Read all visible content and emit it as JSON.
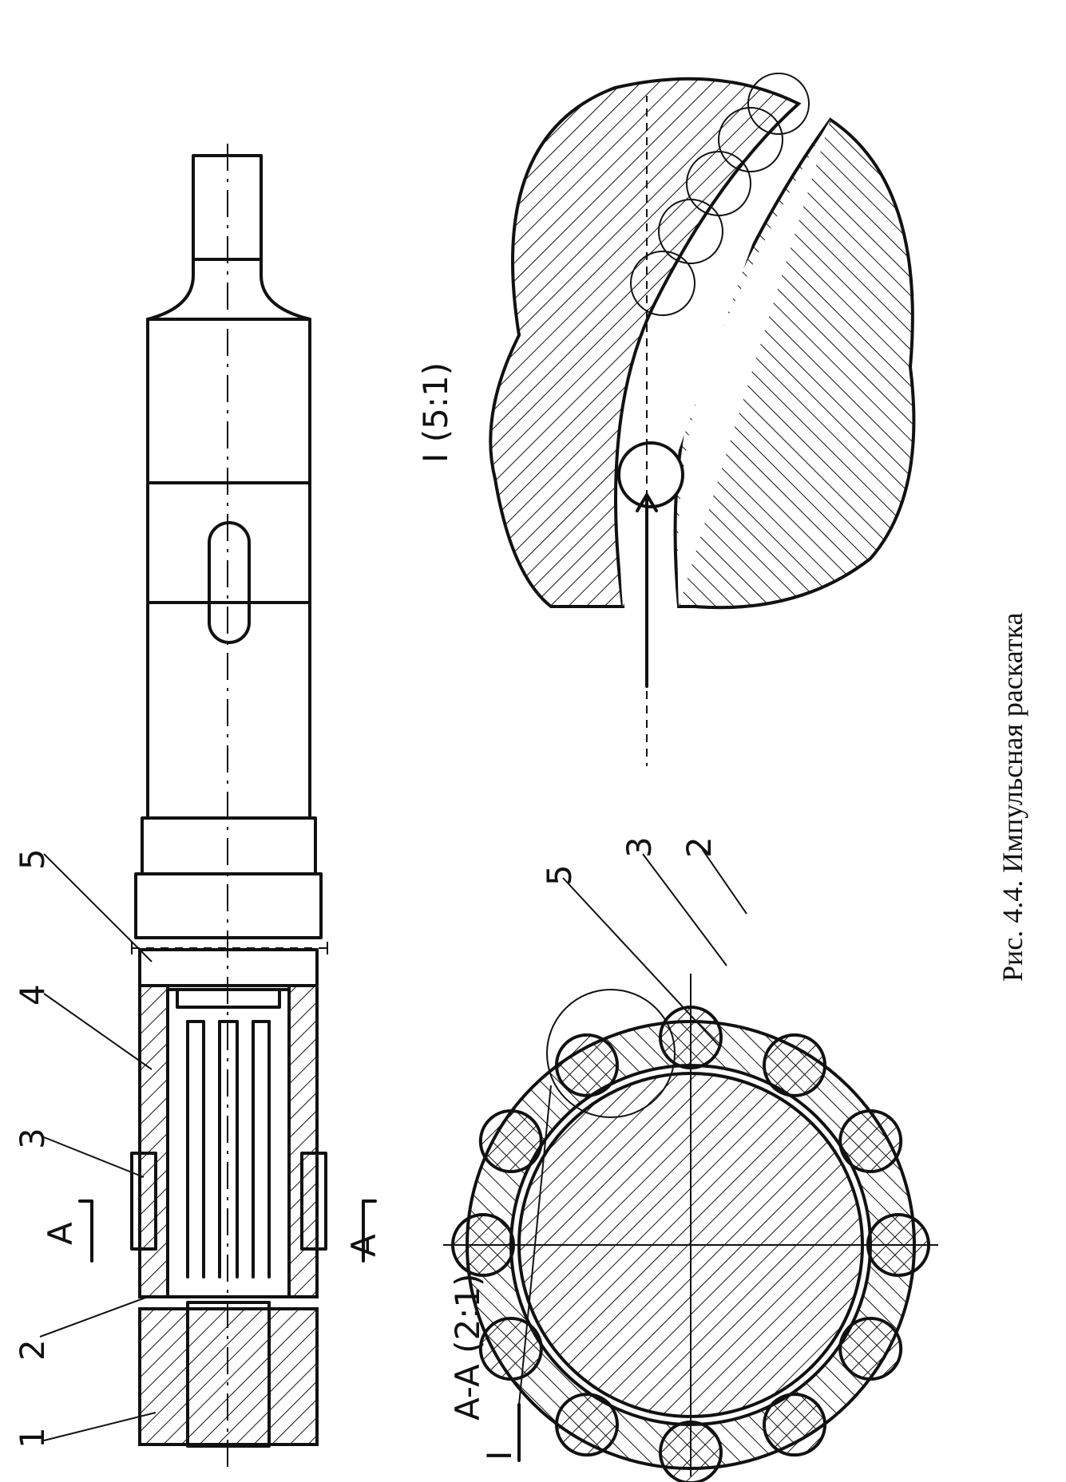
{
  "caption": "Рис. 4.4. Импульсная раскатка",
  "main_view": {
    "callouts": [
      "1",
      "2",
      "3",
      "4",
      "5"
    ],
    "section_mark": "A"
  },
  "section_view": {
    "title": "A-A (2:1)",
    "callouts": [
      "5",
      "3",
      "2"
    ],
    "detail_mark": "I"
  },
  "detail_view": {
    "title": "I (5:1)"
  }
}
